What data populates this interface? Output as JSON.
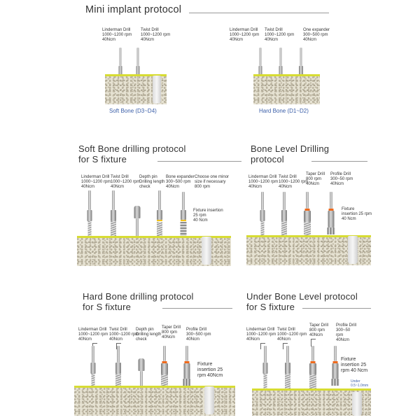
{
  "titles": {
    "mini": "Mini implant protocol",
    "soft_s": "Soft Bone drilling protocol\nfor S fixture",
    "bone_level": "Bone Level Drilling\nprotocol",
    "hard_s": "Hard Bone drilling protocol\nfor S fixture",
    "under_level": "Under Bone Level protocol\nfor S fixture"
  },
  "mini_soft": {
    "labels": [
      "Linderman Drill\n1000~1200 rpm\n40Ncm",
      "Twist Drill\n1000~1200 rpm\n40Ncm"
    ],
    "caption": "Soft Bone (D3~D4)"
  },
  "mini_hard": {
    "labels": [
      "Linderman Drill\n1000~1200 rpm\n40Ncm",
      "Twist Drill\n1000~1200 rpm\n40Ncm",
      "One expander\n300~500 rpm\n40Ncm"
    ],
    "caption": "Hard Bone (D1~D2)"
  },
  "soft_s": {
    "labels": [
      "Linderman Drill\n1000~1200 rpm\n40Ncm",
      "Twist Drill\n1000~1200 rpm\n40Ncm",
      "Depth pin\nDrilling length\ncheck",
      "Bone expander\n300~500 rpm\n40Ncm",
      "Choose one minor\nsize if necessary\n800 rpm",
      "Fixture insertion\n25 rpm\n40 Ncm"
    ]
  },
  "bone_level": {
    "labels": [
      "Linderman Drill\n1000~1200 rpm\n40Ncm",
      "Twist Drill\n1000~1200 rpm\n40Ncm",
      "Taper Drill\n800 rpm\n40Ncm",
      "Profile Drill\n300~50 rpm\n40Ncm",
      "Fixture\ninsertion 25 rpm\n40 Ncm"
    ]
  },
  "hard_s": {
    "labels": [
      "Linderman Drill\n1000~1200 rpm\n40Ncm",
      "Twist Drill\n1000~1200 rpm\n40Ncm",
      "Depth pin\nDrilling length\ncheck",
      "Taper Drill\n800 rpm\n40Ncm",
      "Profile Drill\n300~500 rpm\n40Ncm",
      "Fixture\ninsertion 25\nrpm 40Ncm"
    ]
  },
  "under_level": {
    "labels": [
      "Linderman Drill\n1000~1200 rpm\n40Ncm",
      "Twist Drill\n1000~1200 rpm\n40Ncm",
      "Taper Drill\n800 rpm\n40Ncm",
      "Profile Drill\n300~50\nrpm\n40Ncm",
      "Fixture\ninsertion 25\nrpm 40 Ncm"
    ],
    "under_note": "Under\n0.5~1.0mm"
  },
  "colors": {
    "gum": "#d7dc33",
    "caption": "#3a5ea8",
    "band_orange": "#ef6a1c"
  }
}
